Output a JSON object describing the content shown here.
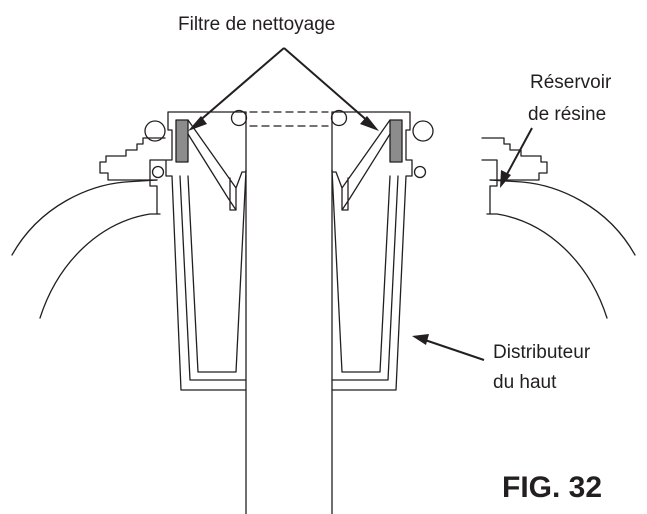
{
  "labels": {
    "cleaning_filter": "Filtre de nettoyage",
    "resin_tank_line1": "Réservoir",
    "resin_tank_line2": "de résine",
    "top_distributor_line1": "Distributeur",
    "top_distributor_line2": "du haut",
    "figure_number": "FIG. 32"
  },
  "colors": {
    "line": "#231f20",
    "filter_fill": "#8c8c8c",
    "background": "#ffffff"
  }
}
